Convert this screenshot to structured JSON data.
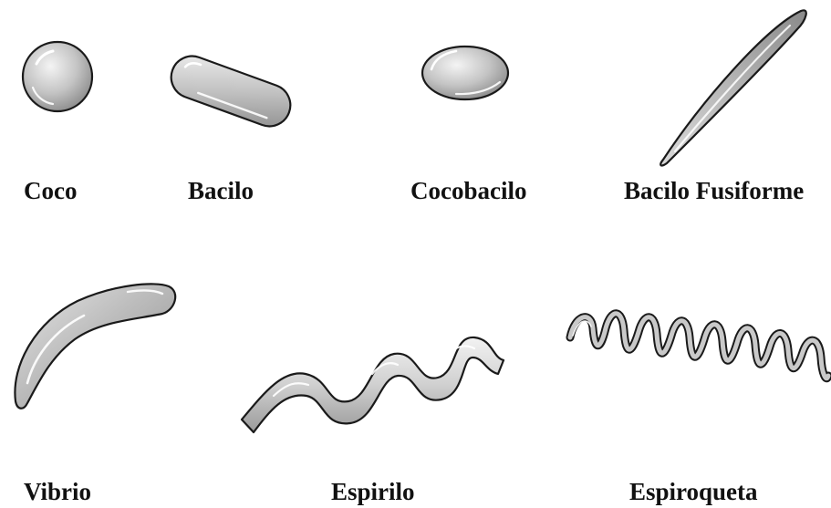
{
  "diagram": {
    "labels": {
      "coco": "Coco",
      "bacilo": "Bacilo",
      "cocobacilo": "Cocobacilo",
      "bacilo_fusiforme": "Bacilo Fusiforme",
      "vibrio": "Vibrio",
      "espirilo": "Espirilo",
      "espiroqueta": "Espiroqueta"
    },
    "colors": {
      "outline": "#1a1a1a",
      "fill_light": "#f2f2f2",
      "fill_mid": "#bdbdbd",
      "fill_dark": "#8c8c8c",
      "highlight": "#ffffff",
      "label_text": "#111111"
    }
  }
}
